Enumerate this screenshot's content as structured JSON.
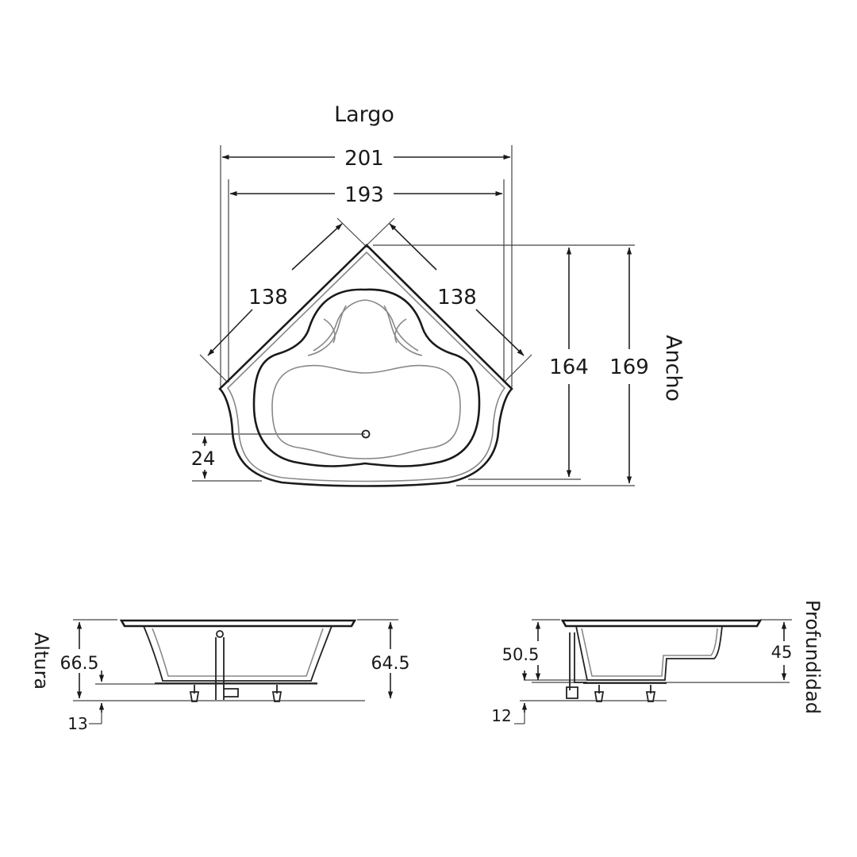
{
  "top_view": {
    "label_length": "Largo",
    "label_width": "Ancho",
    "dim_overall_length": "201",
    "dim_inner_length": "193",
    "dim_side_left": "138",
    "dim_side_right": "138",
    "dim_inner_width": "164",
    "dim_overall_width": "169",
    "dim_corner_offset": "24"
  },
  "front_view": {
    "label_height": "Altura",
    "dim_total_height": "66.5",
    "dim_rim_height": "64.5",
    "dim_feet": "13"
  },
  "side_view": {
    "label_depth": "Profundidad",
    "dim_inner_depth": "50.5",
    "dim_depth": "45",
    "dim_feet": "12"
  }
}
